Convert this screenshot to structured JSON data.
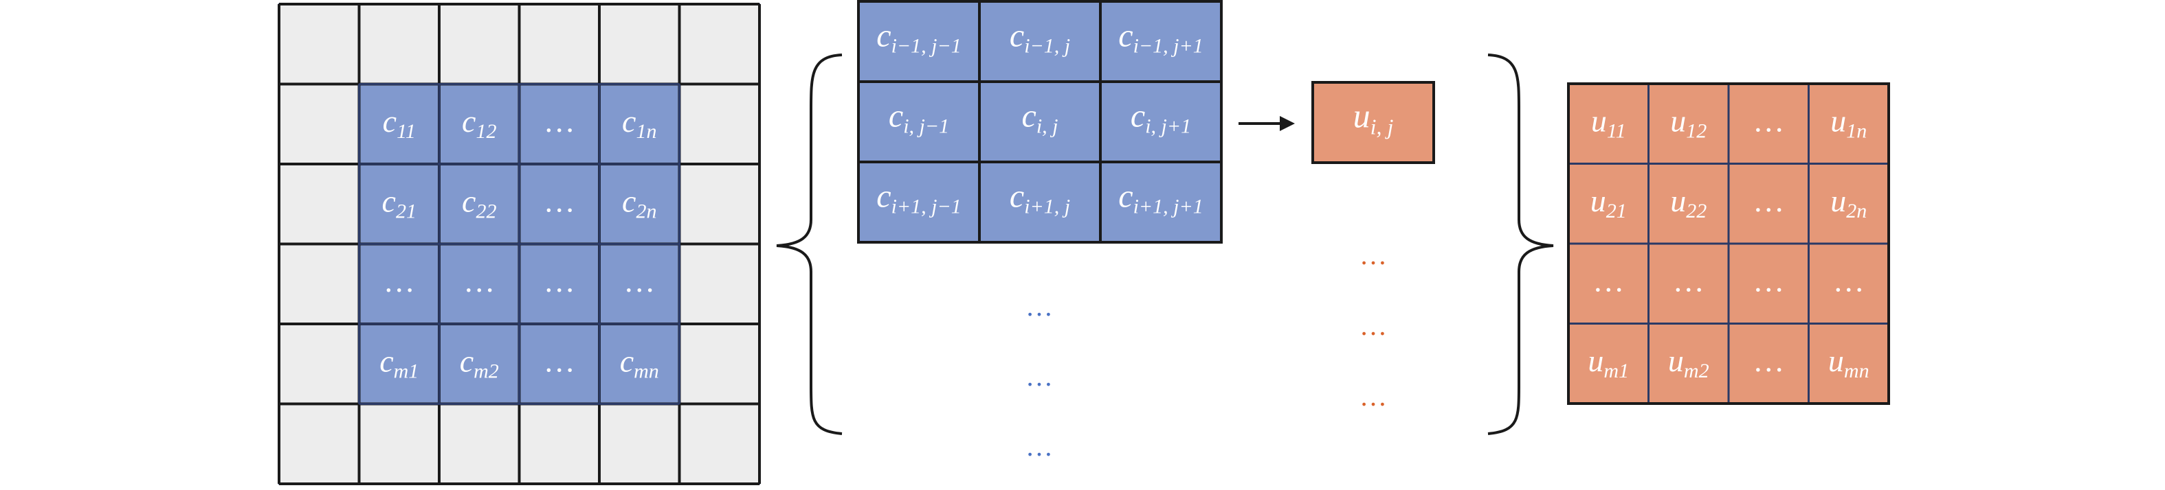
{
  "colors": {
    "blue_fill": "#8199CE",
    "grey_fill": "#EDEDED",
    "orange_fill": "#E59878",
    "border": "#1A1A1A",
    "blue_border": "#2B3A66",
    "text_white": "#FFFFFF",
    "dots_blue": "#4A72C4",
    "dots_orange": "#D9622B"
  },
  "input_grid": {
    "padding_cell": "",
    "inner": [
      [
        {
          "b": "c",
          "s": "11"
        },
        {
          "b": "c",
          "s": "12"
        },
        {
          "b": "…",
          "s": ""
        },
        {
          "b": "c",
          "s": "1n"
        }
      ],
      [
        {
          "b": "c",
          "s": "21"
        },
        {
          "b": "c",
          "s": "22"
        },
        {
          "b": "…",
          "s": ""
        },
        {
          "b": "c",
          "s": "2n"
        }
      ],
      [
        {
          "b": "…",
          "s": ""
        },
        {
          "b": "…",
          "s": ""
        },
        {
          "b": "…",
          "s": ""
        },
        {
          "b": "…",
          "s": ""
        }
      ],
      [
        {
          "b": "c",
          "s": "m1"
        },
        {
          "b": "c",
          "s": "m2"
        },
        {
          "b": "…",
          "s": ""
        },
        {
          "b": "c",
          "s": "mn"
        }
      ]
    ]
  },
  "neighborhood": [
    [
      {
        "b": "c",
        "s": "i−1, j−1"
      },
      {
        "b": "c",
        "s": "i−1, j"
      },
      {
        "b": "c",
        "s": "i−1, j+1"
      }
    ],
    [
      {
        "b": "c",
        "s": "i, j−1"
      },
      {
        "b": "c",
        "s": "i, j"
      },
      {
        "b": "c",
        "s": "i, j+1"
      }
    ],
    [
      {
        "b": "c",
        "s": "i+1, j−1"
      },
      {
        "b": "c",
        "s": "i+1, j"
      },
      {
        "b": "c",
        "s": "i+1, j+1"
      }
    ]
  ],
  "output_cell": {
    "b": "u",
    "s": "i, j"
  },
  "mid_ellipsis": [
    "…",
    "…",
    "…"
  ],
  "right_ellipsis": [
    "…",
    "…",
    "…"
  ],
  "output_grid": [
    [
      {
        "b": "u",
        "s": "11"
      },
      {
        "b": "u",
        "s": "12"
      },
      {
        "b": "…",
        "s": ""
      },
      {
        "b": "u",
        "s": "1n"
      }
    ],
    [
      {
        "b": "u",
        "s": "21"
      },
      {
        "b": "u",
        "s": "22"
      },
      {
        "b": "…",
        "s": ""
      },
      {
        "b": "u",
        "s": "2n"
      }
    ],
    [
      {
        "b": "…",
        "s": ""
      },
      {
        "b": "…",
        "s": ""
      },
      {
        "b": "…",
        "s": ""
      },
      {
        "b": "…",
        "s": ""
      }
    ],
    [
      {
        "b": "u",
        "s": "m1"
      },
      {
        "b": "u",
        "s": "m2"
      },
      {
        "b": "…",
        "s": ""
      },
      {
        "b": "u",
        "s": "mn"
      }
    ]
  ]
}
